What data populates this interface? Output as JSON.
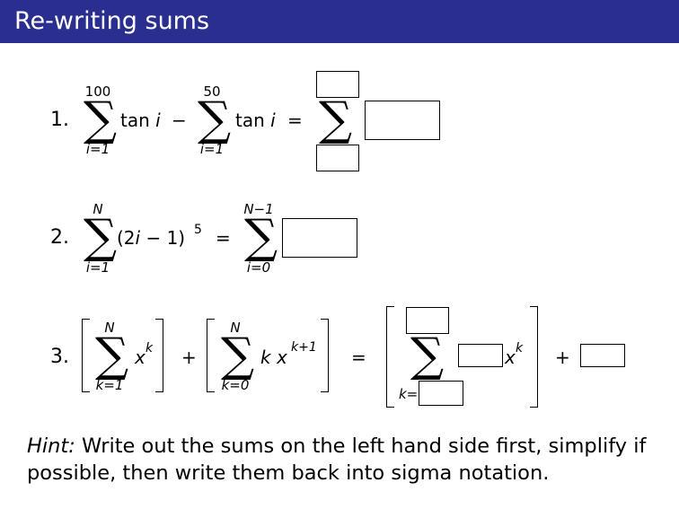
{
  "title": "Re-writing sums",
  "problems": [
    {
      "number": "1.",
      "sum1_upper": "100",
      "sum1_lower": "i=1",
      "sum1_body": "tan i",
      "minus": "−",
      "sum2_upper": "50",
      "sum2_lower": "i=1",
      "sum2_body": "tan i",
      "equals": "="
    },
    {
      "number": "2.",
      "sum1_upper": "N",
      "sum1_lower": "i=1",
      "sum1_body": "(2i − 1)",
      "sum1_exp": "5",
      "equals": "=",
      "sum2_upper": "N−1",
      "sum2_lower": "i=0"
    },
    {
      "number": "3.",
      "sum1_upper": "N",
      "sum1_lower": "k=1",
      "sum1_body": "x",
      "sum1_exp": "k",
      "plus": "+",
      "sum2_upper": "N",
      "sum2_lower": "k=0",
      "sum2_body": "k x",
      "sum2_exp": "k+1",
      "equals": "=",
      "sum3_lower_prefix": "k=",
      "sum3_body": "x",
      "sum3_exp": "k",
      "plus2": "+"
    }
  ],
  "hint": {
    "label": "Hint:",
    "text": "Write out the sums on the left hand side first, simplify if possible, then write them back into sigma notation."
  },
  "colors": {
    "title_bar": "#2a2e8f",
    "title_text": "#ffffff"
  }
}
